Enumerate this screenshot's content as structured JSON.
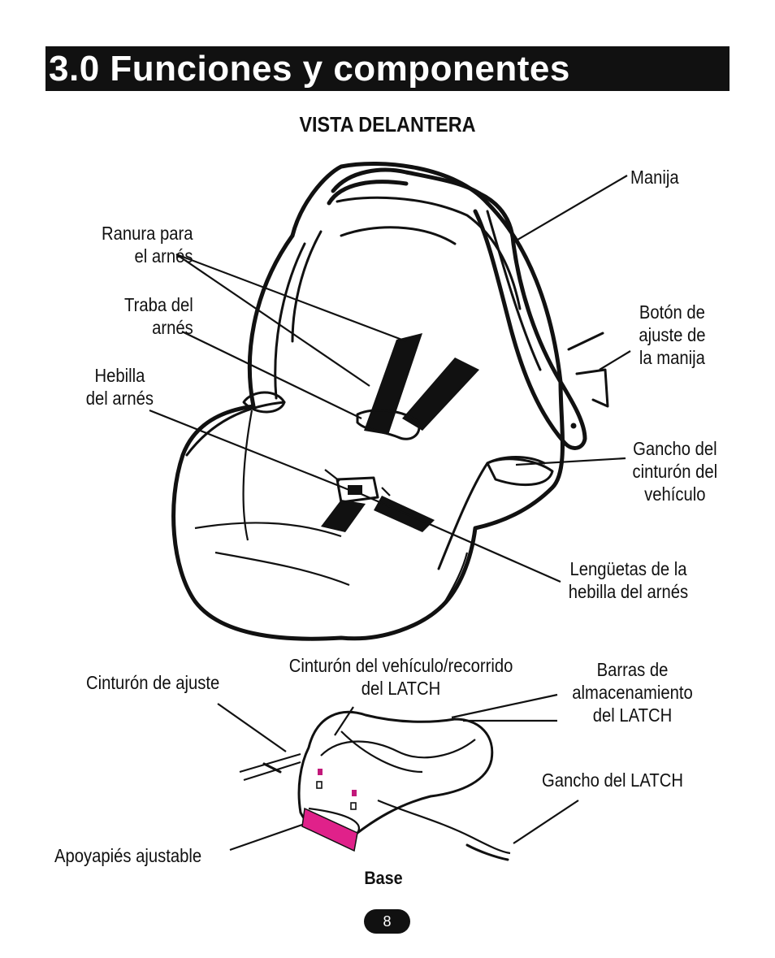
{
  "header": {
    "title": "3.0 Funciones y componentes"
  },
  "front_view": {
    "heading": "VISTA DELANTERA",
    "labels": {
      "handle": "Manija",
      "harness_slot": [
        "Ranura para",
        "el arnés"
      ],
      "harness_retainer": [
        "Traba del",
        "arnés"
      ],
      "harness_buckle": [
        "Hebilla",
        "del arnés"
      ],
      "handle_button": [
        "Botón de",
        "ajuste de",
        "la manija"
      ],
      "belt_hook": [
        "Gancho del",
        "cinturón del",
        "vehículo"
      ],
      "buckle_tongues": [
        "Lengüetas de la",
        "hebilla del arnés"
      ]
    }
  },
  "base_view": {
    "caption": "Base",
    "labels": {
      "adjust_belt": "Cinturón de ajuste",
      "belt_path": [
        "Cinturón del vehículo/recorrido",
        "del LATCH"
      ],
      "storage_bars": [
        "Barras de",
        "almacenamiento",
        "del LATCH"
      ],
      "latch_hook": "Gancho del LATCH",
      "foot": "Apoyapiés ajustable"
    }
  },
  "colors": {
    "foot_highlight": "#e0218a"
  },
  "footer": {
    "page_number": "8"
  }
}
